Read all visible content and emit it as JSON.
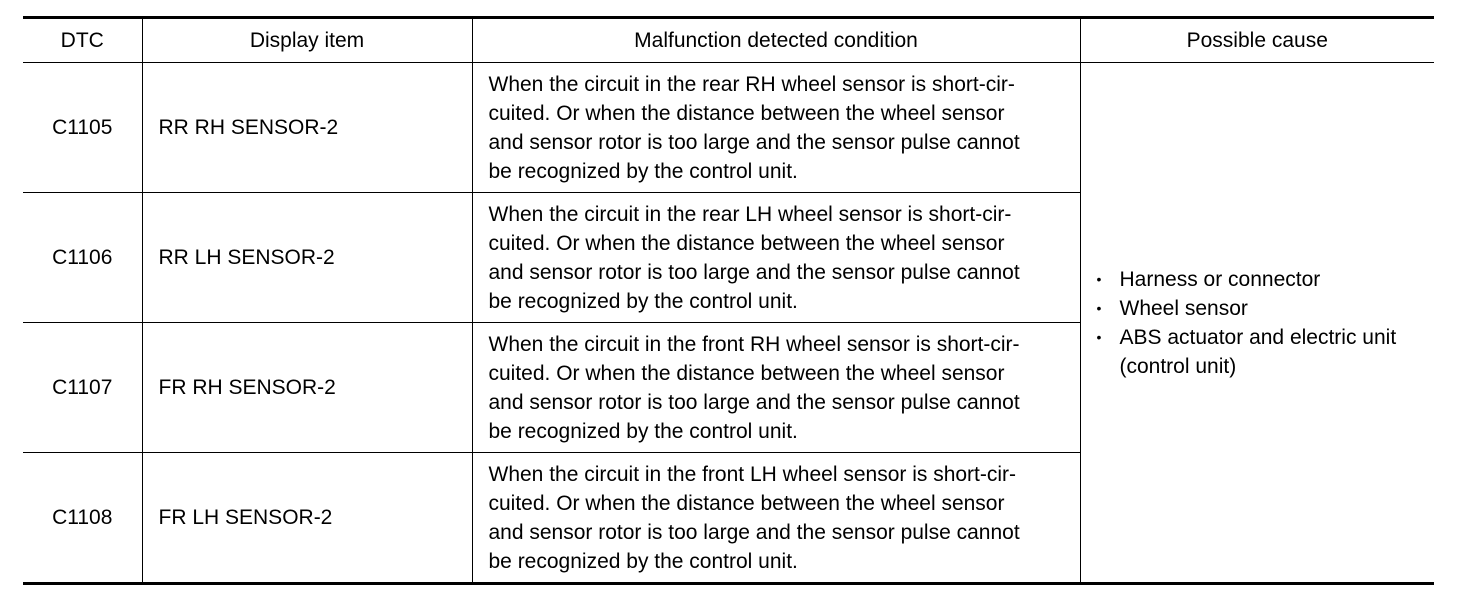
{
  "table": {
    "headers": [
      "DTC",
      "Display item",
      "Malfunction detected condition",
      "Possible cause"
    ],
    "rows": [
      {
        "dtc": "C1105",
        "display_item": "RR RH SENSOR-2",
        "condition": [
          "When the circuit in the rear RH wheel sensor is short-cir-",
          "cuited. Or when the distance between the wheel sensor",
          "and sensor rotor is too large and the sensor pulse cannot",
          "be recognized by the control unit."
        ]
      },
      {
        "dtc": "C1106",
        "display_item": "RR LH SENSOR-2",
        "condition": [
          "When the circuit in the rear LH wheel sensor is short-cir-",
          "cuited. Or when the distance between the wheel sensor",
          "and sensor rotor is too large and the sensor pulse cannot",
          "be recognized by the control unit."
        ]
      },
      {
        "dtc": "C1107",
        "display_item": "FR RH SENSOR-2",
        "condition": [
          "When the circuit in the front RH wheel sensor is short-cir-",
          "cuited. Or when the distance between the wheel sensor",
          "and sensor rotor is too large and the sensor pulse cannot",
          "be recognized by the control unit."
        ]
      },
      {
        "dtc": "C1108",
        "display_item": "FR LH SENSOR-2",
        "condition": [
          "When the circuit in the front LH wheel sensor is short-cir-",
          "cuited. Or when the distance between the wheel sensor",
          "and sensor rotor is too large and the sensor pulse cannot",
          "be recognized by the control unit."
        ]
      }
    ],
    "possible_cause": {
      "bullet": "•",
      "items": [
        [
          "Harness or connector"
        ],
        [
          "Wheel sensor"
        ],
        [
          "ABS actuator and electric unit",
          "(control unit)"
        ]
      ]
    }
  }
}
